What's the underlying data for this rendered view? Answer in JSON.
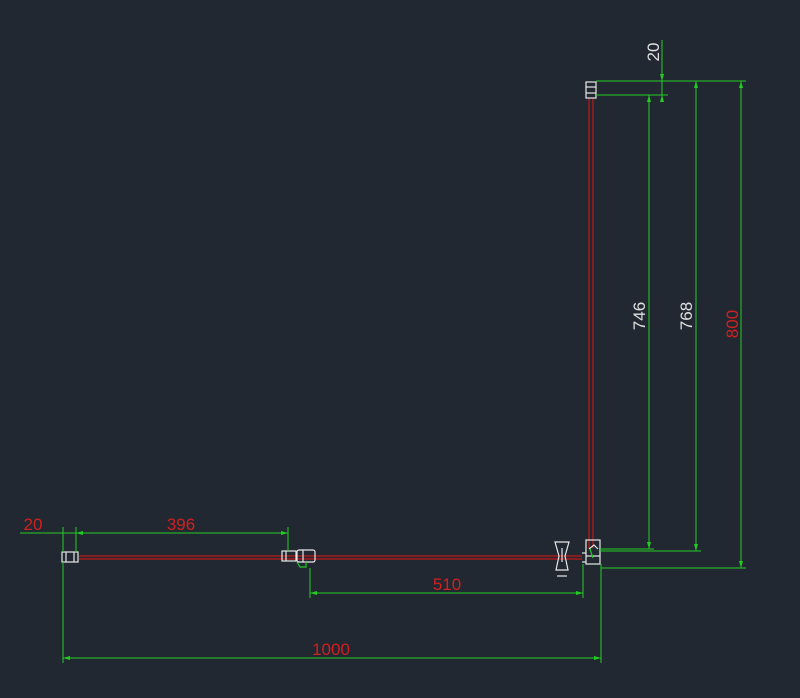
{
  "drawing": {
    "colors": {
      "background": "#222831",
      "dimension_line": "#22cc22",
      "glass_panel": "#c01818",
      "profile_outline": "#e8e8e8",
      "text_red": "#d02020",
      "text_white": "#e0e0e0"
    },
    "dimensions": {
      "left_offset": "20",
      "fixed_panel": "396",
      "sliding_panel": "510",
      "total_width": "1000",
      "top_offset": "20",
      "side_glass": "746",
      "side_inner": "768",
      "side_total": "800"
    }
  }
}
